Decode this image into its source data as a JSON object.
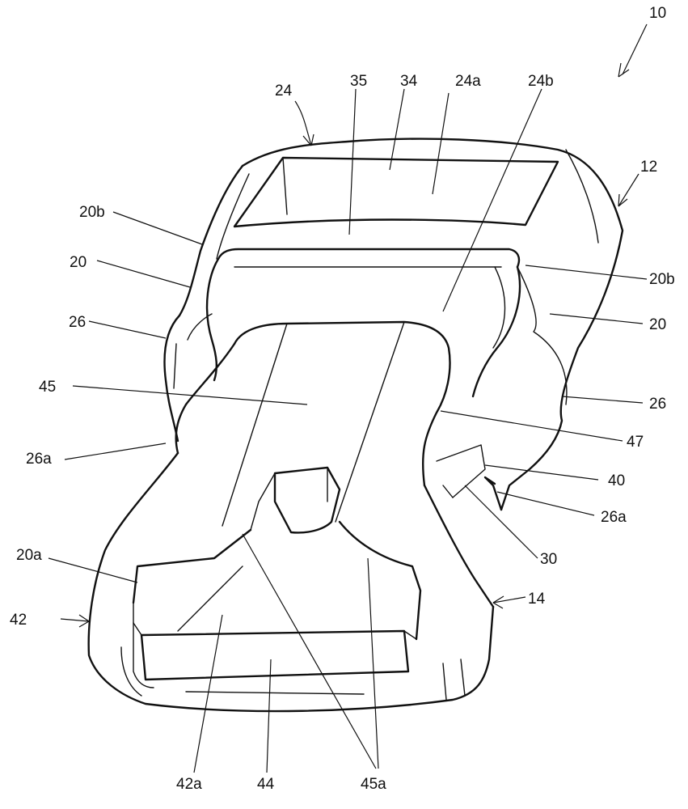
{
  "labels": {
    "l10": "10",
    "l12": "12",
    "l14": "14",
    "l20_left": "20",
    "l20_right": "20",
    "l20a": "20a",
    "l20b_left": "20b",
    "l20b_right": "20b",
    "l24": "24",
    "l24a": "24a",
    "l24b": "24b",
    "l26_left": "26",
    "l26_right": "26",
    "l26a_left": "26a",
    "l26a_right": "26a",
    "l30": "30",
    "l34": "34",
    "l35": "35",
    "l40": "40",
    "l42": "42",
    "l42a": "42a",
    "l44": "44",
    "l45": "45",
    "l45a": "45a",
    "l47": "47"
  }
}
